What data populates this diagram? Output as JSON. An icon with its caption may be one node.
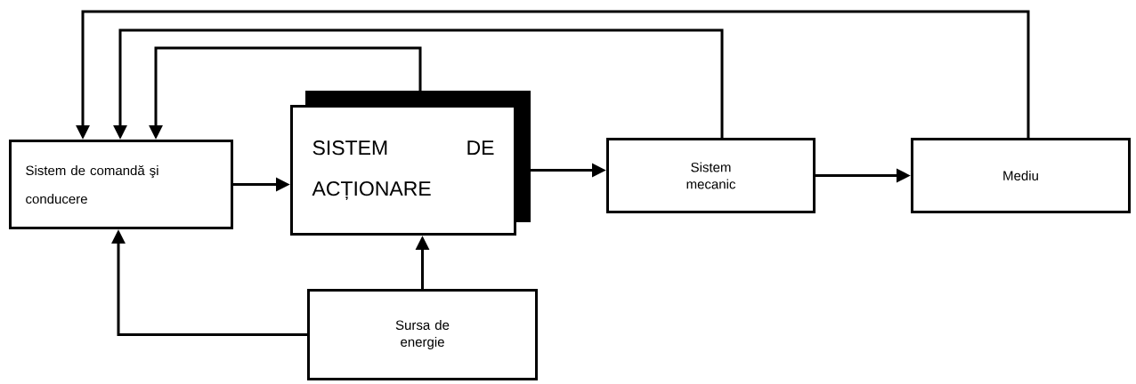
{
  "diagram": {
    "nodes": [
      {
        "text": [
          "Sistem de comandă şi conducere"
        ]
      },
      {
        "text": [
          "SISTEM DE ACȚIONARE"
        ]
      },
      {
        "text": [
          "Sistem mecanic"
        ]
      },
      {
        "text": [
          "Mediu"
        ]
      },
      {
        "text": [
          "Sursa de energie"
        ]
      }
    ],
    "edges": [
      {
        "from": 0,
        "to": 1,
        "arrow": "to"
      },
      {
        "from": 1,
        "to": 2,
        "arrow": "to"
      },
      {
        "from": 2,
        "to": 3,
        "arrow": "to"
      },
      {
        "from": 1,
        "to": 0,
        "arrow": "to"
      },
      {
        "from": 2,
        "to": 0,
        "arrow": "to"
      },
      {
        "from": 3,
        "to": 0,
        "arrow": "to"
      },
      {
        "from": 4,
        "to": 1,
        "arrow": "to"
      },
      {
        "from": 4,
        "to": 0,
        "arrow": "to"
      }
    ]
  }
}
